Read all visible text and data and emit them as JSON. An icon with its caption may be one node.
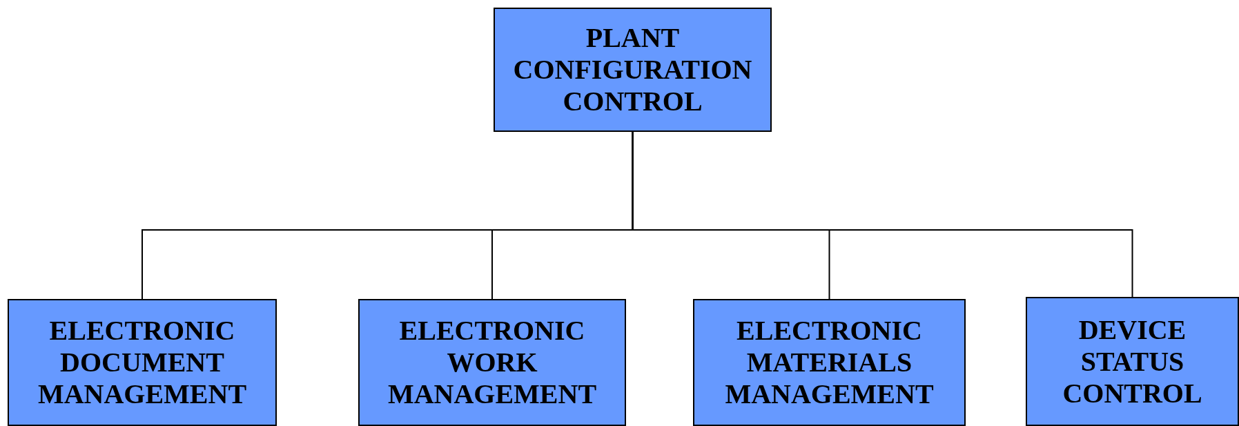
{
  "diagram": {
    "nodes": [
      {
        "text": [
          "PLANT CONFIGURATION CONTROL"
        ]
      },
      {
        "text": [
          "ELECTRONIC DOCUMENT MANAGEMENT"
        ]
      },
      {
        "text": [
          "ELECTRONIC WORK MANAGEMENT"
        ]
      },
      {
        "text": [
          "ELECTRONIC MATERIALS MANAGEMENT"
        ]
      },
      {
        "text": [
          "DEVICE STATUS CONTROL"
        ]
      }
    ],
    "edges": [
      {
        "from": 0,
        "to": 1,
        "arrow": "none"
      },
      {
        "from": 0,
        "to": 2,
        "arrow": "none"
      },
      {
        "from": 0,
        "to": 3,
        "arrow": "none"
      },
      {
        "from": 0,
        "to": 4,
        "arrow": "none"
      }
    ]
  }
}
